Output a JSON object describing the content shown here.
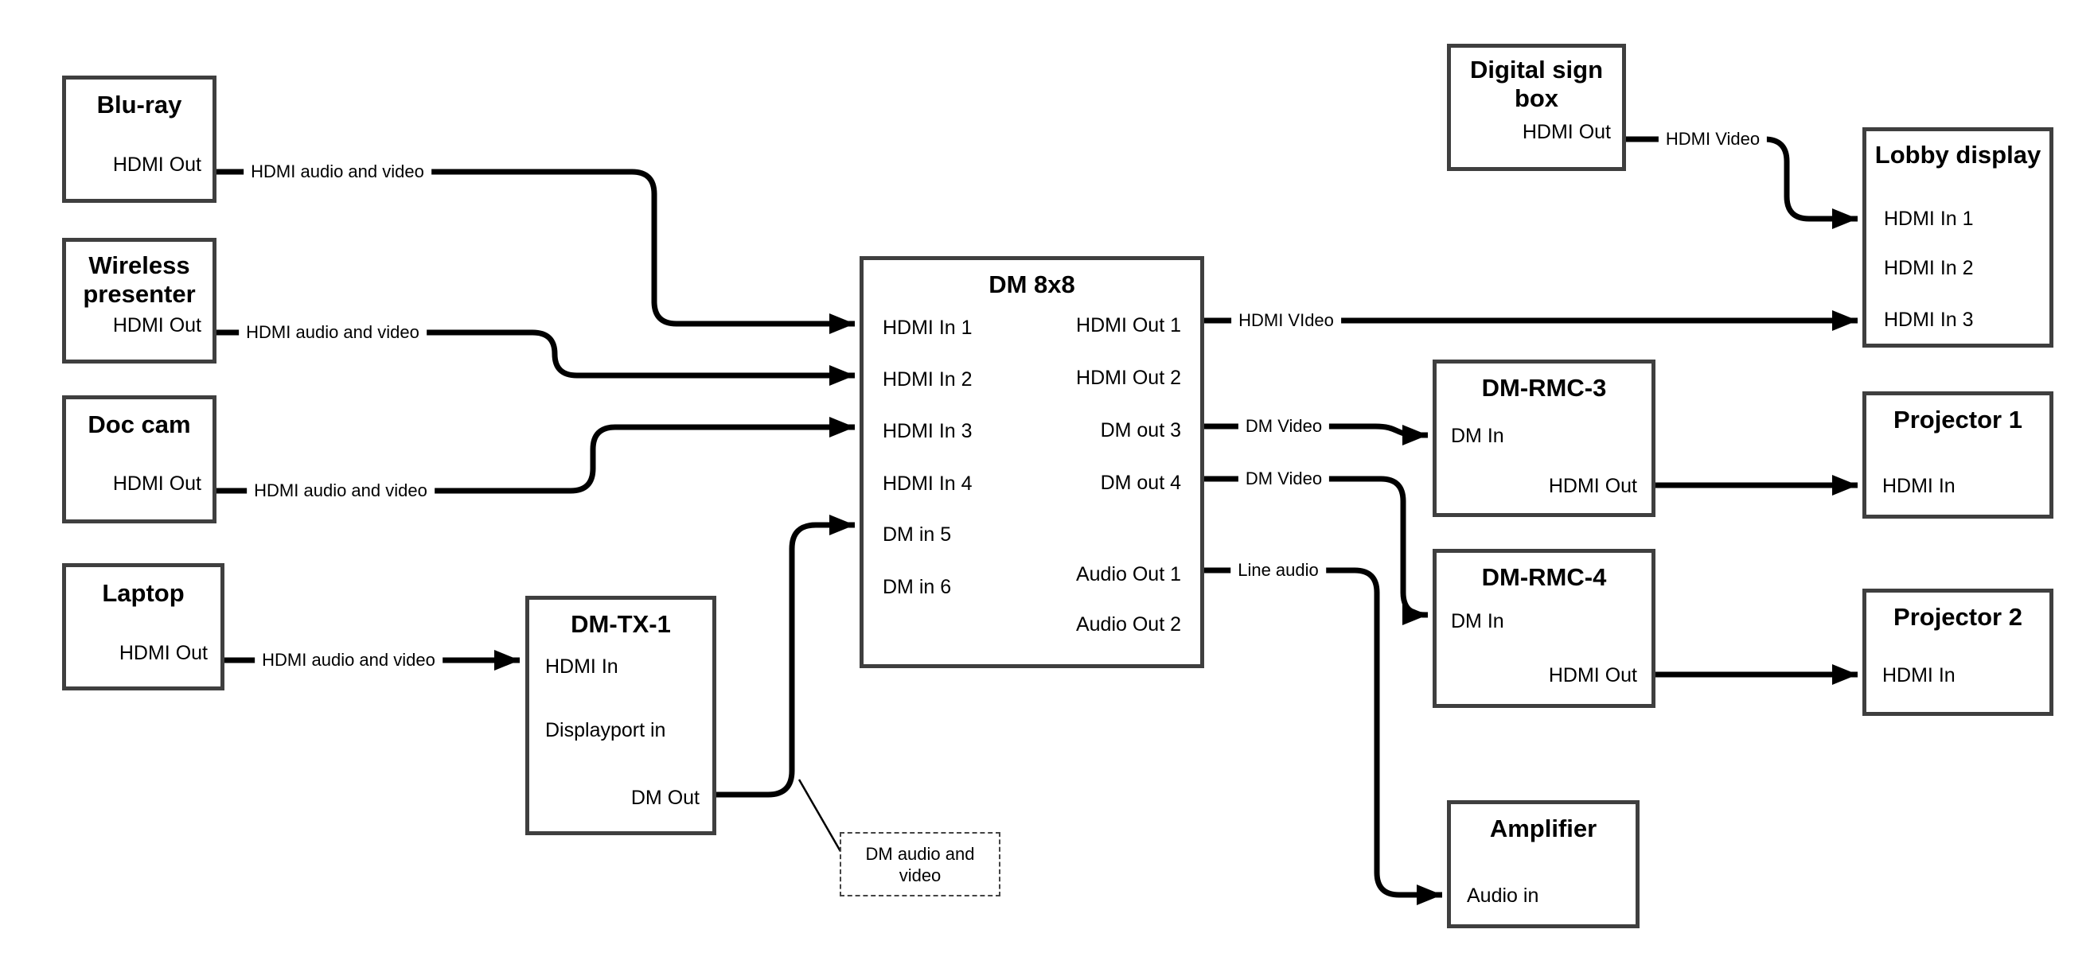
{
  "nodes": {
    "bluray": {
      "title": "Blu-ray",
      "port_hdmi_out": "HDMI Out"
    },
    "wireless": {
      "title": "Wireless presenter",
      "port_hdmi_out": "HDMI Out"
    },
    "doccam": {
      "title": "Doc cam",
      "port_hdmi_out": "HDMI Out"
    },
    "laptop": {
      "title": "Laptop",
      "port_hdmi_out": "HDMI Out"
    },
    "dmtx1": {
      "title": "DM-TX-1",
      "port_hdmi_in": "HDMI In",
      "port_dp_in": "Displayport in",
      "port_dm_out": "DM Out"
    },
    "dm8x8": {
      "title": "DM 8x8",
      "in1": "HDMI In 1",
      "in2": "HDMI In 2",
      "in3": "HDMI In 3",
      "in4": "HDMI In 4",
      "in5": "DM in 5",
      "in6": "DM in 6",
      "out1": "HDMI Out 1",
      "out2": "HDMI Out 2",
      "out3": "DM out 3",
      "out4": "DM out 4",
      "aout1": "Audio Out 1",
      "aout2": "Audio Out 2"
    },
    "sign": {
      "title": "Digital sign box",
      "port_hdmi_out": "HDMI Out"
    },
    "lobby": {
      "title": "Lobby display",
      "in1": "HDMI In 1",
      "in2": "HDMI In 2",
      "in3": "HDMI In 3"
    },
    "rmc3": {
      "title": "DM-RMC-3",
      "port_dm_in": "DM In",
      "port_hdmi_out": "HDMI Out"
    },
    "proj1": {
      "title": "Projector 1",
      "port_hdmi_in": "HDMI In"
    },
    "rmc4": {
      "title": "DM-RMC-4",
      "port_dm_in": "DM In",
      "port_hdmi_out": "HDMI Out"
    },
    "proj2": {
      "title": "Projector 2",
      "port_hdmi_in": "HDMI In"
    },
    "amp": {
      "title": "Amplifier",
      "port_audio_in": "Audio in"
    }
  },
  "edges": {
    "bluray": "HDMI audio and video",
    "wireless": "HDMI audio and video",
    "doccam": "HDMI audio and video",
    "laptop": "HDMI audio and video",
    "out1": "HDMI VIdeo",
    "out3": "DM Video",
    "out4": "DM Video",
    "aout1": "Line audio",
    "sign": "HDMI Video"
  },
  "note": {
    "line1": "DM audio and",
    "line2": "video"
  },
  "colors": {
    "wire": "#000000",
    "box_border": "#3f3f3f",
    "background": "#ffffff"
  }
}
